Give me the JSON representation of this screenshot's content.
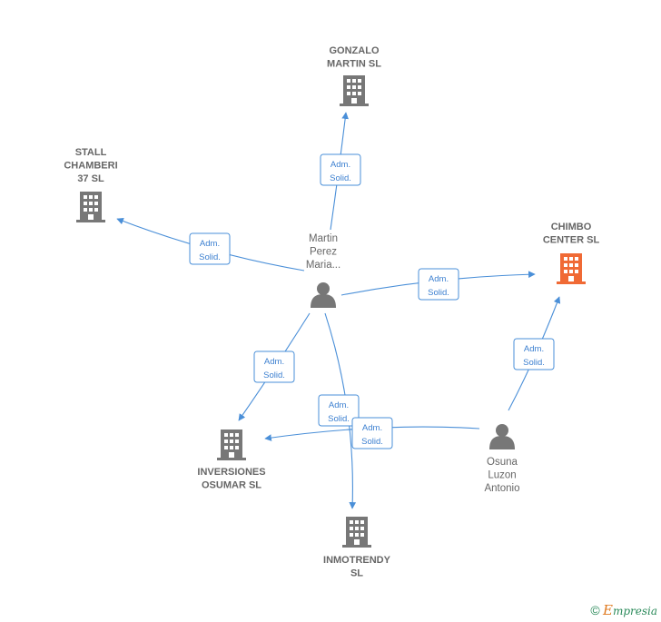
{
  "colors": {
    "company": "#777777",
    "company_highlight": "#f06a35",
    "person": "#777777",
    "edge": "#4a8fd8",
    "badge_text": "#3b7fd0"
  },
  "nodes": [
    {
      "id": "gonzalo",
      "kind": "company",
      "icon": "building-icon",
      "label": [
        "GONZALO",
        "MARTIN  SL"
      ]
    },
    {
      "id": "stall",
      "kind": "company",
      "icon": "building-icon",
      "label": [
        "STALL",
        "CHAMBERI",
        "37  SL"
      ]
    },
    {
      "id": "chimbo",
      "kind": "company",
      "icon": "building-icon",
      "highlight": true,
      "label": [
        "CHIMBO",
        "CENTER  SL"
      ]
    },
    {
      "id": "inversiones",
      "kind": "company",
      "icon": "building-icon",
      "label": [
        "INVERSIONES",
        "OSUMAR SL"
      ]
    },
    {
      "id": "inmotrendy",
      "kind": "company",
      "icon": "building-icon",
      "label": [
        "INMOTRENDY",
        "SL"
      ]
    },
    {
      "id": "martin",
      "kind": "person",
      "icon": "person-icon",
      "label": [
        "Martin",
        "Perez",
        "Maria..."
      ]
    },
    {
      "id": "osuna",
      "kind": "person",
      "icon": "person-icon",
      "label": [
        "Osuna",
        "Luzon",
        "Antonio"
      ]
    }
  ],
  "edges": [
    {
      "from": "martin",
      "to": "gonzalo",
      "label": [
        "Adm.",
        "Solid."
      ]
    },
    {
      "from": "martin",
      "to": "stall",
      "label": [
        "Adm.",
        "Solid."
      ]
    },
    {
      "from": "martin",
      "to": "chimbo",
      "label": [
        "Adm.",
        "Solid."
      ]
    },
    {
      "from": "martin",
      "to": "inversiones",
      "label": [
        "Adm.",
        "Solid."
      ]
    },
    {
      "from": "martin",
      "to": "inmotrendy",
      "label": [
        "Adm.",
        "Solid."
      ]
    },
    {
      "from": "osuna",
      "to": "chimbo",
      "label": [
        "Adm.",
        "Solid."
      ]
    },
    {
      "from": "osuna",
      "to": "inversiones",
      "label": [
        "Adm.",
        "Solid."
      ]
    }
  ],
  "brand": {
    "copyright": "©",
    "initial": "E",
    "rest": "mpresia"
  }
}
